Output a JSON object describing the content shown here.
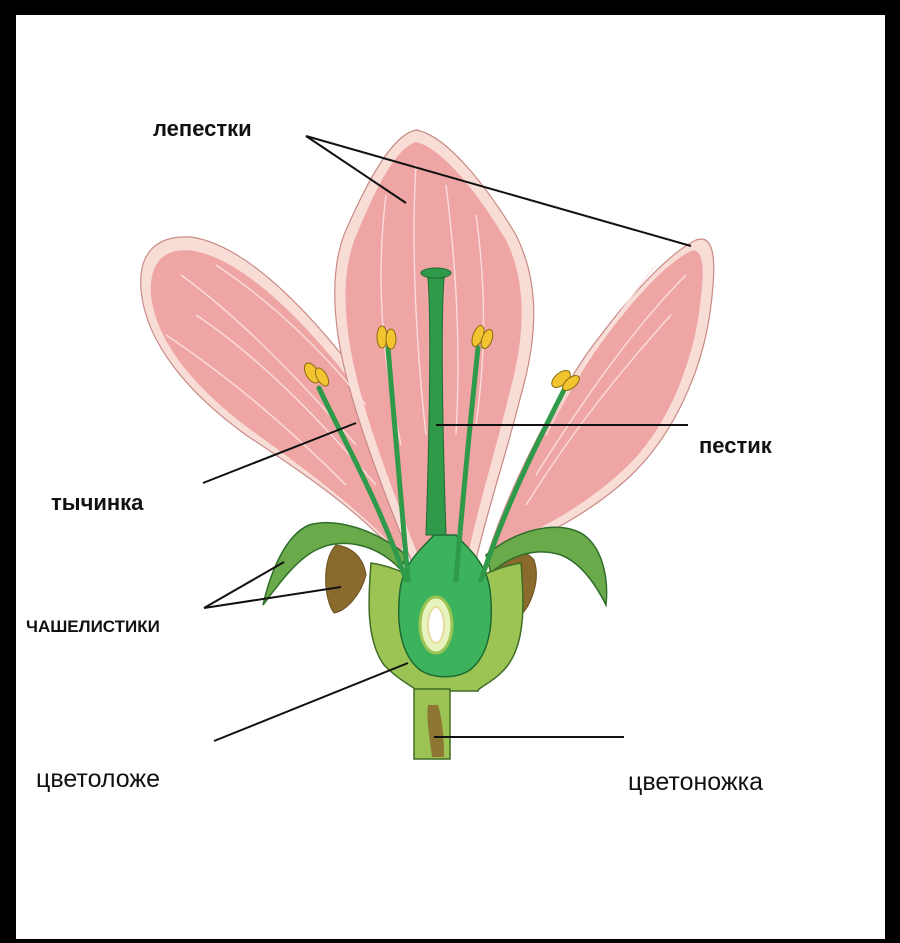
{
  "labels": {
    "petals": "лепестки",
    "pistil": "пестик",
    "stamen": "тычинка",
    "sepals": "ЧАШЕЛИСТИКИ",
    "receptacle": "цветоложе",
    "pedicel": "цветоножка"
  },
  "colors": {
    "frame": "#000000",
    "background": "#ffffff",
    "petal_fill": "#f0a5a5",
    "petal_edge": "#f8dcd6",
    "vein": "#fbe4e0",
    "stem_green": "#2f9a4a",
    "receptacle_green": "#9cc455",
    "ovary_green": "#3db25c",
    "sepal_green": "#6aaa4a",
    "sepal_brown": "#8b6a2e",
    "anther_yellow": "#f2c530",
    "leader_line": "#111111"
  }
}
